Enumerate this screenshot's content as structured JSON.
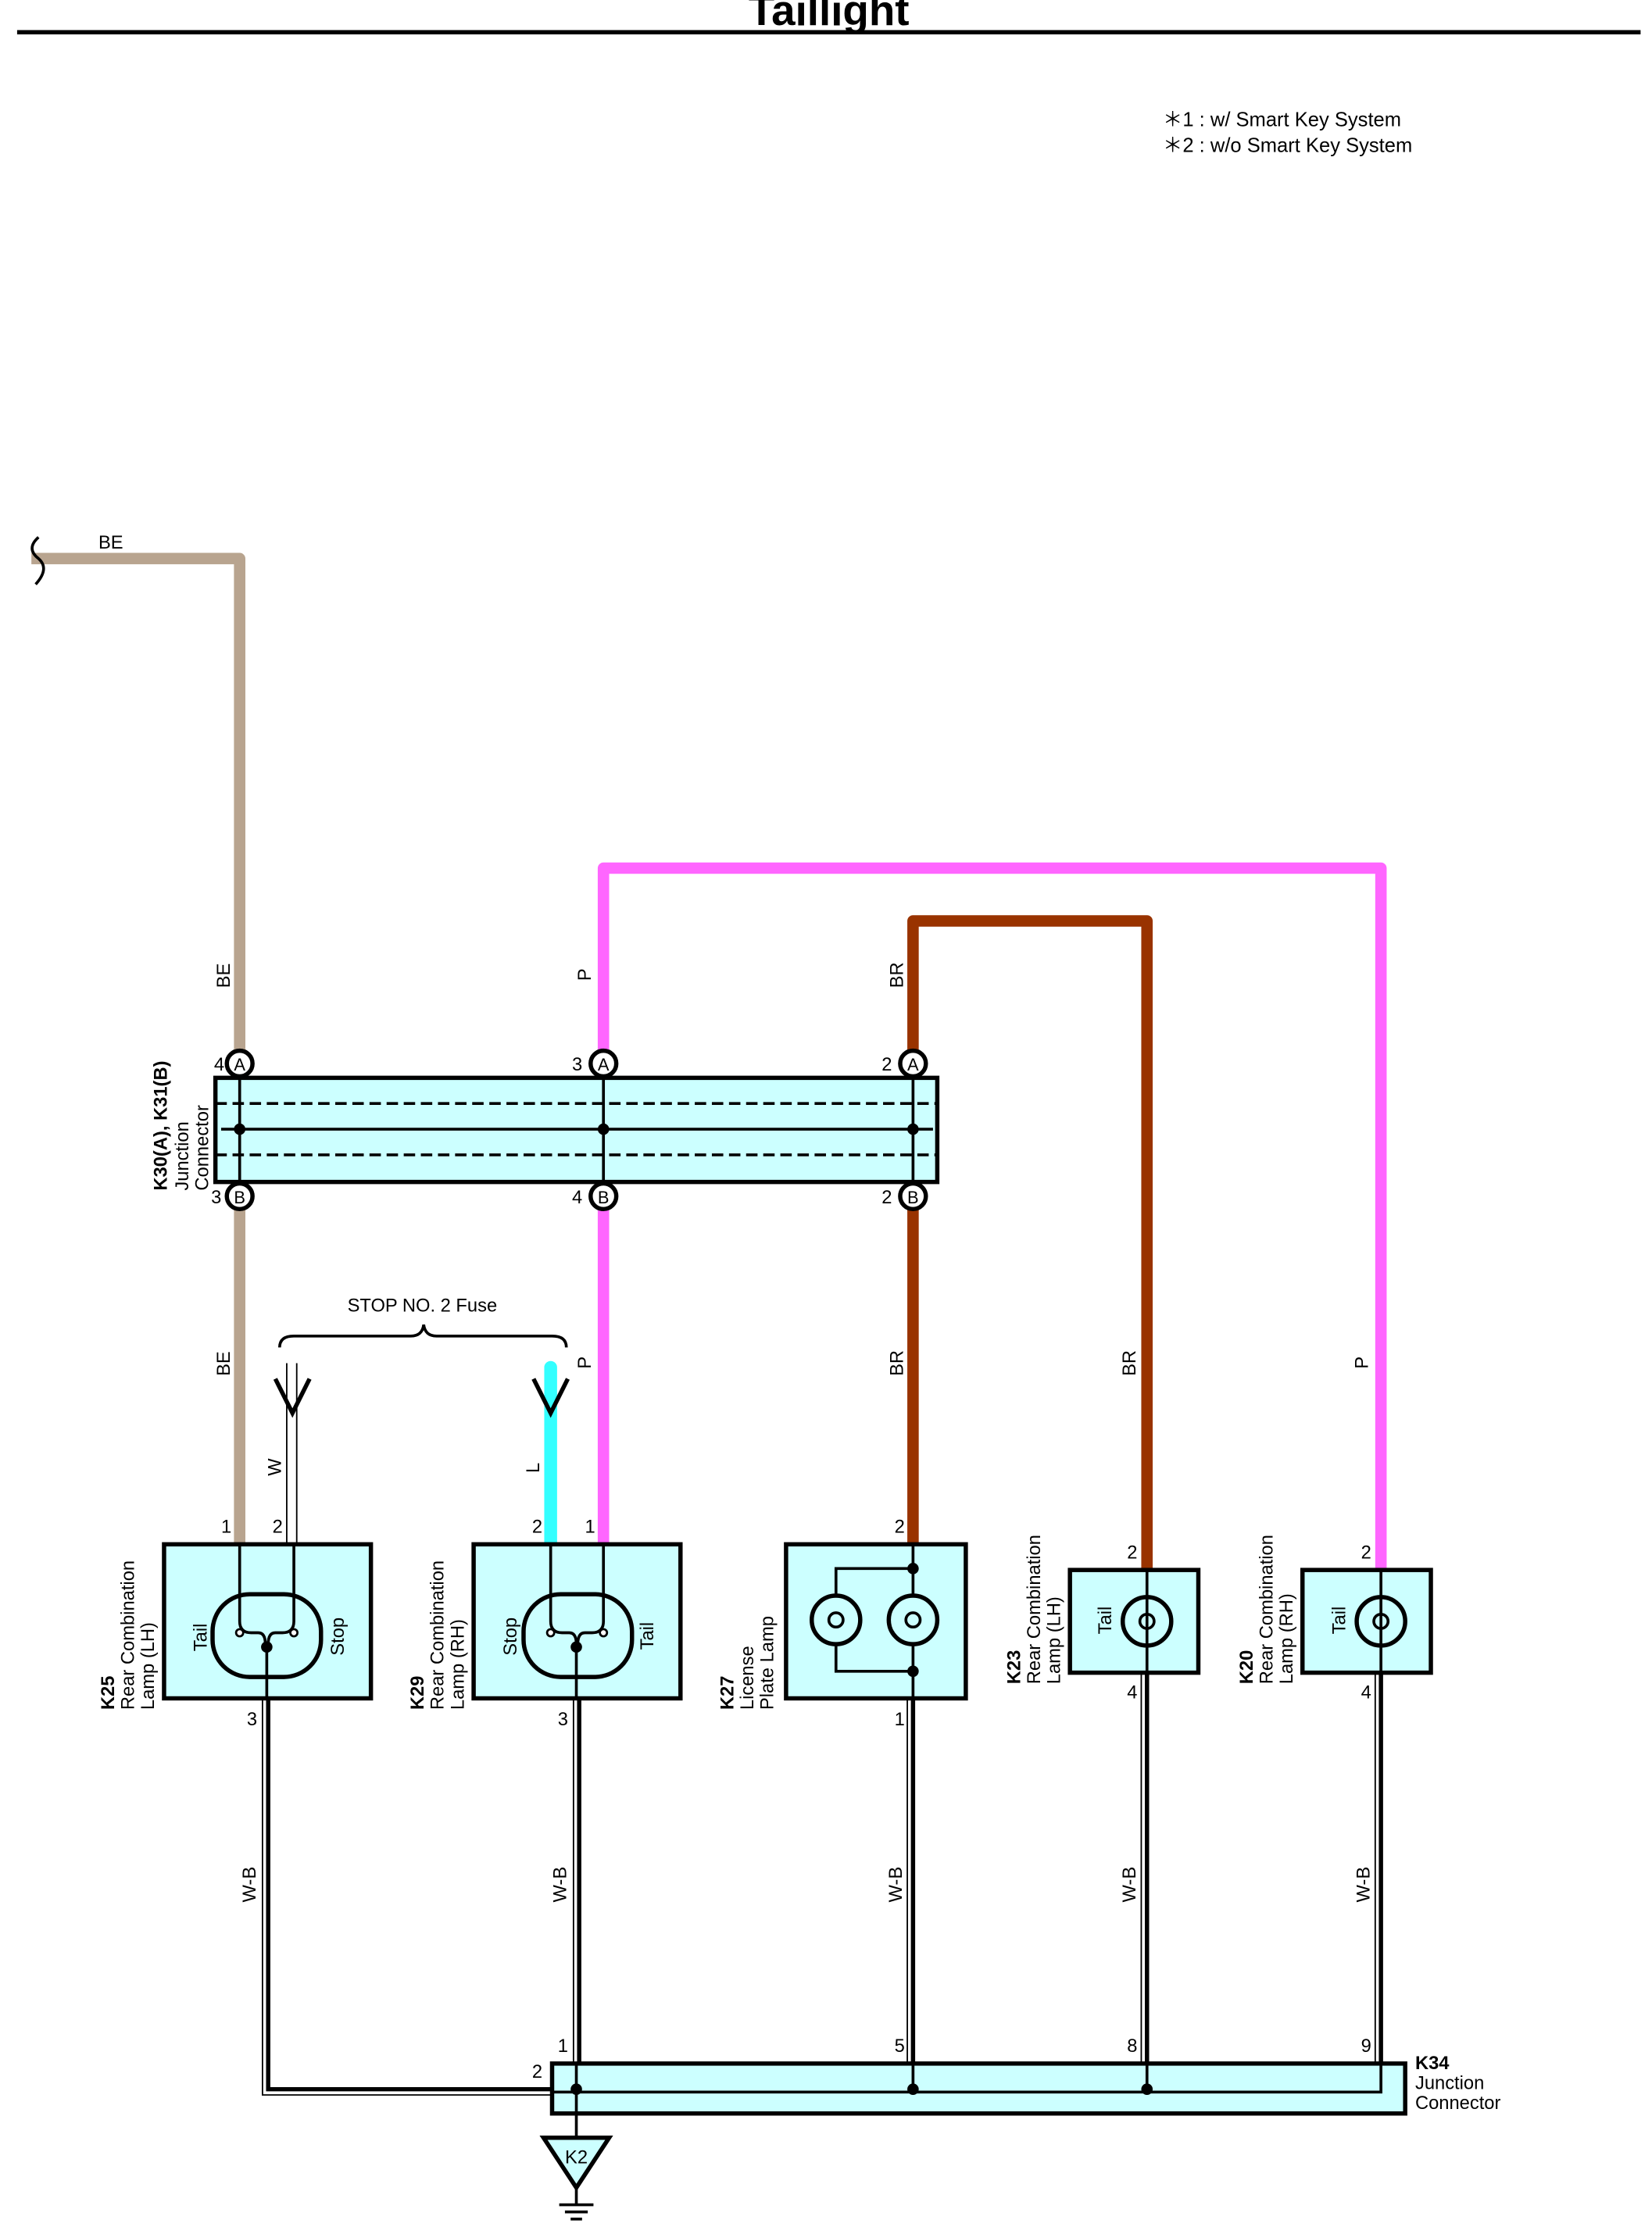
{
  "title": "Taillight",
  "notes": [
    "＊1 : w/ Smart Key System",
    "＊2 : w/o Smart Key System"
  ],
  "colors": {
    "BE": "#b8a48f",
    "P": "#ff66ff",
    "BR": "#993300",
    "L": "#33ffff",
    "box_fill": "#ccffff"
  },
  "wire_labels": {
    "be_top": "BE",
    "be_upper": "BE",
    "be_lower": "BE",
    "p_upper": "P",
    "p_lower": "P",
    "p_k20": "P",
    "br_upper": "BR",
    "br_lower": "BR",
    "br_k23": "BR",
    "w": "W",
    "l": "L",
    "wb_k25": "W-B",
    "wb_k29": "W-B",
    "wb_k27": "W-B",
    "wb_k23": "W-B",
    "wb_k20": "W-B"
  },
  "fuse_label": "STOP NO. 2 Fuse",
  "junction_k30": {
    "code": "K30(A), K31(B)",
    "name_line1": "Junction",
    "name_line2": "Connector",
    "top_pins": [
      "4",
      "3",
      "2"
    ],
    "bottom_pins": [
      "3",
      "4",
      "2"
    ],
    "top_letter": "A",
    "bottom_letter": "B"
  },
  "components": {
    "k25": {
      "code": "K25",
      "line1": "Rear Combination",
      "line2": "Lamp (LH)",
      "fn_left": "Tail",
      "fn_right": "Stop",
      "pin_a": "1",
      "pin_b": "2",
      "pin_c": "3"
    },
    "k29": {
      "code": "K29",
      "line1": "Rear Combination",
      "line2": "Lamp (RH)",
      "fn_left": "Stop",
      "fn_right": "Tail",
      "pin_a": "2",
      "pin_b": "1",
      "pin_c": "3"
    },
    "k27": {
      "code": "K27",
      "line1": "License",
      "line2": "Plate Lamp",
      "pin_top": "2",
      "pin_bottom": "1"
    },
    "k23": {
      "code": "K23",
      "line1": "Rear Combination",
      "line2": "Lamp (LH)",
      "fn": "Tail",
      "pin_top": "2",
      "pin_bottom": "4"
    },
    "k20": {
      "code": "K20",
      "line1": "Rear Combination",
      "line2": "Lamp (RH)",
      "fn": "Tail",
      "pin_top": "2",
      "pin_bottom": "4"
    }
  },
  "junction_k34": {
    "code": "K34",
    "name_line1": "Junction",
    "name_line2": "Connector",
    "pins": [
      "2",
      "1",
      "5",
      "8",
      "9"
    ]
  },
  "ground": {
    "label": "K2"
  }
}
